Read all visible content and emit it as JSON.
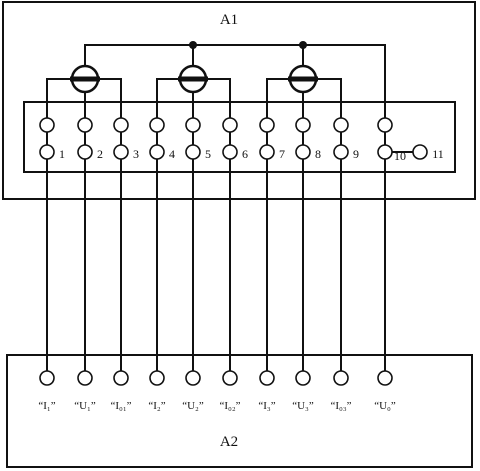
{
  "unit_a1": {
    "label": "A1"
  },
  "unit_a2": {
    "label": "A2"
  },
  "terminal_numbers": [
    "1",
    "2",
    "3",
    "4",
    "5",
    "6",
    "7",
    "8",
    "9",
    "10",
    "11"
  ],
  "a2_terminal_labels": [
    "“I₁”",
    "“U₁”",
    "“I₀₁”",
    "“I₂”",
    "“U₂”",
    "“I₀₂”",
    "“I₃”",
    "“U₃”",
    "“I₀₃”",
    "“U₀”"
  ]
}
